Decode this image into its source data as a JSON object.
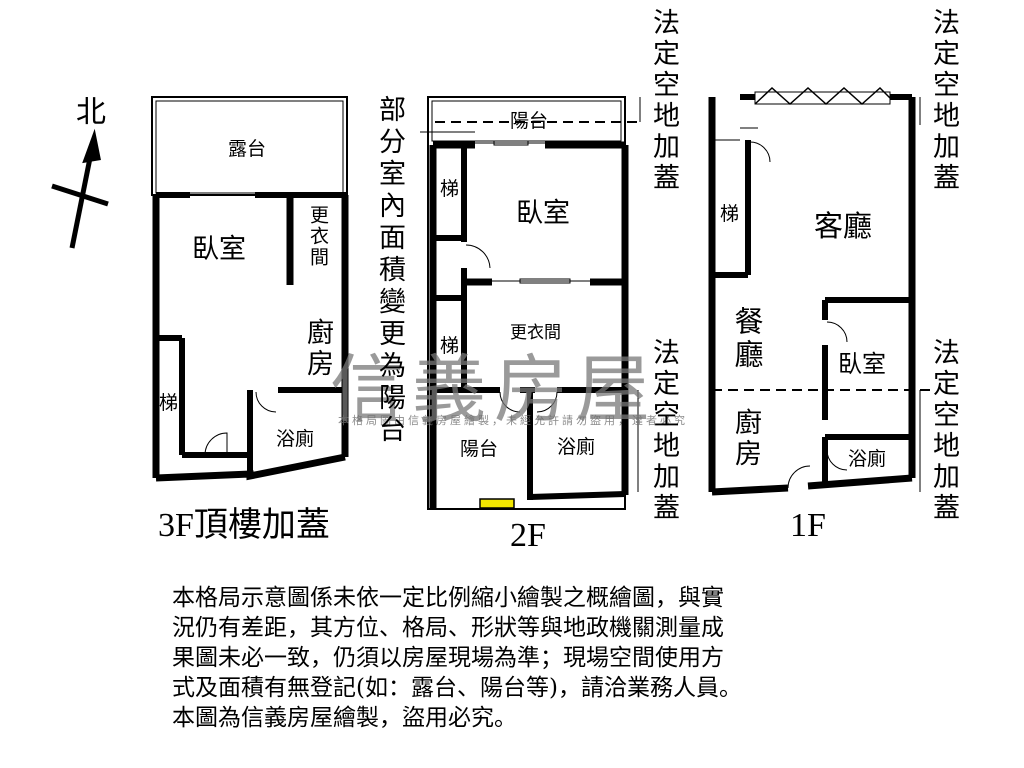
{
  "compass": {
    "north": "北"
  },
  "floors": {
    "f3": {
      "title": "3F頂樓加蓋",
      "rooms": {
        "terrace": "露台",
        "bedroom": "臥室",
        "closet": "更衣間",
        "kitchen": "廚房",
        "stairs": "梯",
        "bathroom": "浴廁"
      }
    },
    "f2": {
      "title": "2F",
      "rooms": {
        "balcony_top": "陽台",
        "stairs_top": "梯",
        "bedroom": "臥室",
        "stairs_mid": "梯",
        "closet": "更衣間",
        "balcony_bottom": "陽台",
        "bathroom": "浴廁"
      }
    },
    "f1": {
      "title": "1F",
      "rooms": {
        "stairs": "梯",
        "living": "客廳",
        "dining": "餐廳",
        "bedroom": "臥室",
        "kitchen": "廚房",
        "bathroom": "浴廁"
      }
    }
  },
  "annotations": {
    "partial_indoor": "部分室內面積變更為陽台",
    "legal_open_2f": "法定空地加蓋",
    "legal_open_top": "法定空地加蓋",
    "legal_open_1f_top": "法定空地加蓋",
    "legal_open_1f_bottom": "法定空地加蓋"
  },
  "watermark": {
    "brand": "信義房屋",
    "notice": "本格局圖由信義房屋繪製，未經允許請勿盜用，違者必究"
  },
  "disclaimer": [
    "本格局示意圖係未依一定比例縮小繪製之概繪圖，與實",
    "況仍有差距，其方位、格局、形狀等與地政機關測量成",
    "果圖未必一致，仍須以房屋現場為準；現場空間使用方",
    "式及面積有無登記(如：露台、陽台等)，請洽業務人員。",
    "本圖為信義房屋繪製，盜用必究。"
  ],
  "colors": {
    "wall": "#000000",
    "window_yellow": "#f2e600",
    "watermark": "#808080"
  }
}
